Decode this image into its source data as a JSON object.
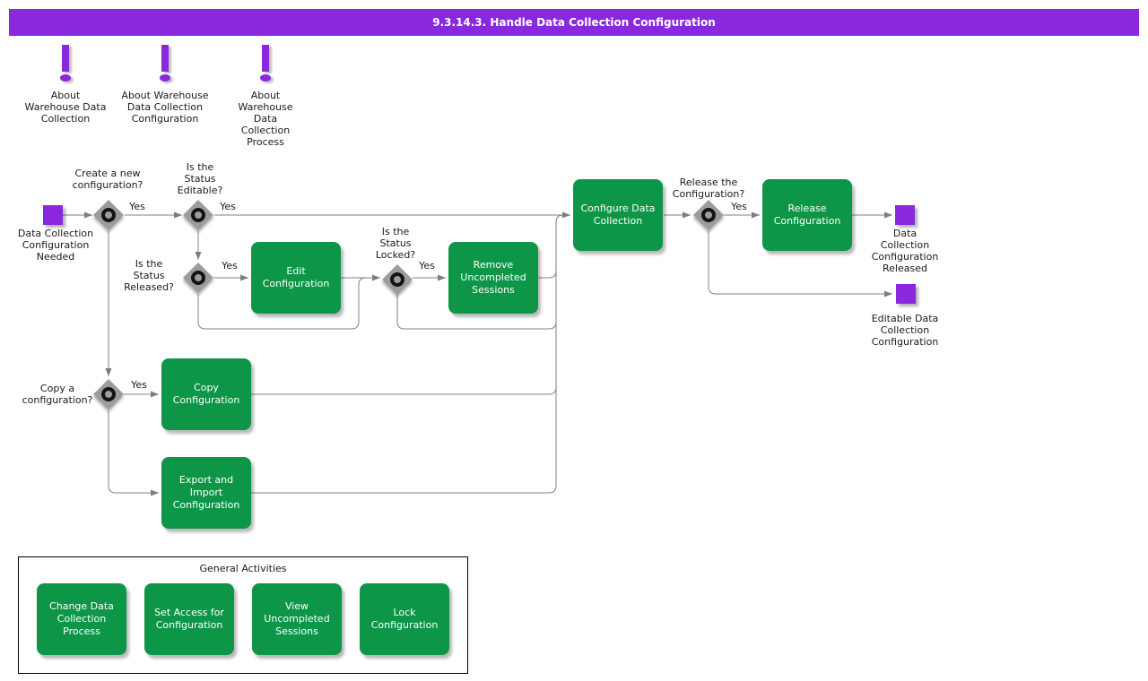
{
  "header": {
    "title": "9.3.14.3. Handle Data Collection Configuration"
  },
  "colors": {
    "accent_purple": "#8a28e0",
    "task_green": "#0d9648",
    "line_gray": "#828282"
  },
  "notes": {
    "note1": "About\nWarehouse Data\nCollection",
    "note2": "About Warehouse\nData Collection\nConfiguration",
    "note3": "About\nWarehouse\nData\nCollection\nProcess"
  },
  "flow": {
    "start_label": "Data Collection\nConfiguration\nNeeded",
    "q_create": "Create a new\nconfiguration?",
    "q_editable": "Is the\nStatus\nEditable?",
    "q_released": "Is the\nStatus\nReleased?",
    "q_locked": "Is the\nStatus\nLocked?",
    "q_release": "Release the\nConfiguration?",
    "q_copy": "Copy a\nconfiguration?",
    "yes": "Yes",
    "task_edit": "Edit\nConfiguration",
    "task_remove": "Remove\nUncompleted\nSessions",
    "task_configure": "Configure Data\nCollection",
    "task_release": "Release\nConfiguration",
    "task_copy": "Copy\nConfiguration",
    "task_export": "Export and\nImport\nConfiguration",
    "end_released": "Data\nCollection\nConfiguration\nReleased",
    "end_editable": "Editable Data\nCollection\nConfiguration"
  },
  "general": {
    "title": "General Activities",
    "items": [
      "Change Data\nCollection\nProcess",
      "Set Access for\nConfiguration",
      "View\nUncompleted\nSessions",
      "Lock\nConfiguration"
    ]
  }
}
